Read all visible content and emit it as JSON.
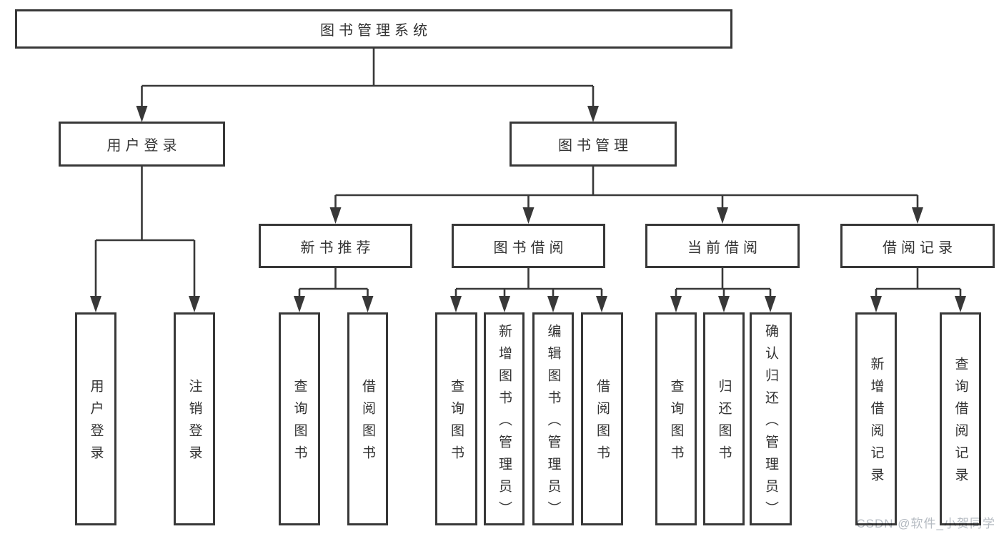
{
  "nodes": {
    "root": "图书管理系统",
    "user_login": "用户登录",
    "book_mgmt": "图书管理",
    "new_book_rec": "新书推荐",
    "book_borrow": "图书借阅",
    "current_borrow": "当前借阅",
    "borrow_record": "借阅记录",
    "login_user_login": "用户登录",
    "login_logout": "注销登录",
    "rec_query_book": "查询图书",
    "rec_borrow_book": "借阅图书",
    "bor_query_book": "查询图书",
    "bor_add_book": "新增图书（管理员）",
    "bor_edit_book": "编辑图书（管理员）",
    "bor_borrow_book": "借阅图书",
    "cur_query_book": "查询图书",
    "cur_return_book": "归还图书",
    "cur_confirm_return": "确认归还（管理员）",
    "rec2_add_record": "新增借阅记录",
    "rec2_query_record": "查询借阅记录"
  },
  "watermark": "CSDN @软件_小贺同学",
  "colors": {
    "line": "#383838",
    "text": "#333333",
    "box_bg": "#ffffff",
    "watermark_color": "#b5bbc2",
    "background": "#ffffff"
  }
}
